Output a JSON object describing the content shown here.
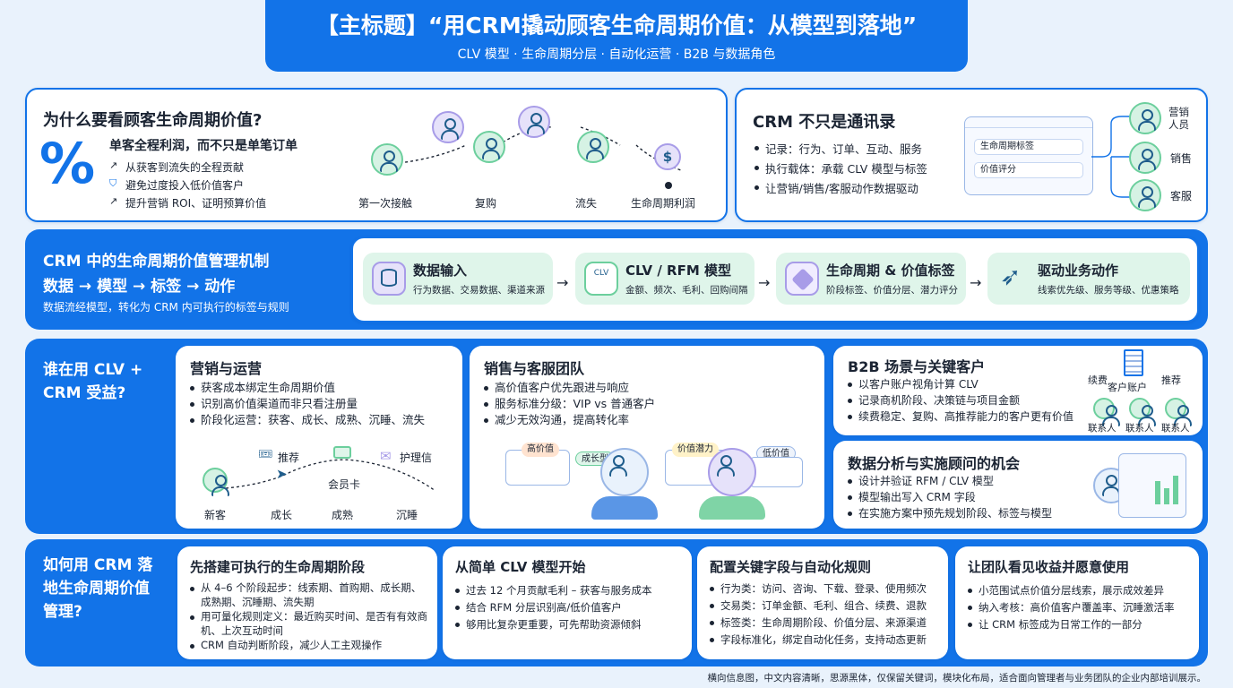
{
  "header": {
    "title": "【主标题】“用CRM撬动顾客生命周期价值：从模型到落地”",
    "subtitle": "CLV 模型 · 生命周期分层 · 自动化运营 · B2B 与数据角色"
  },
  "why": {
    "title": "为什么要看顾客生命周期价值?",
    "symbol": "%",
    "lead": "单客全程利润，而不只是单笔订单",
    "points": [
      "从获客到流失的全程贡献",
      "避免过度投入低价值客户",
      "提升营销 ROI、证明预算价值"
    ],
    "journey": [
      "第一次接触",
      "复购",
      "流失",
      "生命周期利润"
    ]
  },
  "crm": {
    "title": "CRM 不只是通讯录",
    "points": [
      "记录：行为、订单、互动、服务",
      "执行载体：承载 CLV 模型与标签",
      "让营销/销售/客服动作数据驱动"
    ],
    "ui_rows": [
      "生命周期标签",
      "价值评分"
    ],
    "roles": [
      "营销人员",
      "销售",
      "客服"
    ]
  },
  "mechanism": {
    "title": "CRM 中的生命周期价值管理机制",
    "flow": "数据 → 模型 → 标签 → 动作",
    "desc": "数据流经模型，转化为 CRM 内可执行的标签与规则",
    "steps": [
      {
        "title": "数据输入",
        "sub": "行为数据、交易数据、渠道来源"
      },
      {
        "title": "CLV / RFM 模型",
        "sub": "金额、频次、毛利、回购间隔",
        "icon_text": "CLV"
      },
      {
        "title": "生命周期 & 价值标签",
        "sub": "阶段标签、价值分层、潜力评分"
      },
      {
        "title": "驱动业务动作",
        "sub": "线索优先级、服务等级、优惠策略"
      }
    ]
  },
  "who": {
    "title": "谁在用 CLV + CRM 受益?",
    "marketing": {
      "title": "营销与运营",
      "points": [
        "获客成本绑定生命周期价值",
        "识别高价值渠道而非只看注册量",
        "阶段化运营：获客、成长、成熟、沉睡、流失"
      ],
      "labels": {
        "recommend": "推荐",
        "member": "会员卡",
        "care": "护理信"
      },
      "stages": [
        "新客",
        "成长",
        "成熟",
        "沉睡"
      ]
    },
    "sales": {
      "title": "销售与客服团队",
      "points": [
        "高价值客户优先跟进与响应",
        "服务标准分级：VIP vs 普通客户",
        "减少无效沟通，提高转化率"
      ],
      "tags": [
        "高价值",
        "成长型",
        "价值潜力",
        "低价值"
      ]
    },
    "b2b": {
      "title": "B2B 场景与关键客户",
      "points": [
        "以客户账户视角计算 CLV",
        "记录商机阶段、决策链与项目金额",
        "续费稳定、复购、高推荐能力的客户更有价值"
      ],
      "labels": {
        "renew": "续费",
        "recommend": "推荐",
        "account": "客户账户"
      },
      "contacts": [
        "联系人",
        "联系人",
        "联系人"
      ]
    },
    "analysis": {
      "title": "数据分析与实施顾问的机会",
      "points": [
        "设计并验证 RFM / CLV 模型",
        "模型输出写入 CRM 字段",
        "在实施方案中预先规划阶段、标签与模型"
      ]
    }
  },
  "how": {
    "title": "如何用 CRM 落地生命周期价值管理?",
    "cards": [
      {
        "title": "先搭建可执行的生命周期阶段",
        "points": [
          "从 4–6 个阶段起步：线索期、首购期、成长期、成熟期、沉睡期、流失期",
          "用可量化规则定义：最近购买时间、是否有有效商机、上次互动时间",
          "CRM 自动判断阶段，减少人工主观操作"
        ]
      },
      {
        "title": "从简单 CLV 模型开始",
        "points": [
          "过去 12 个月贡献毛利 – 获客与服务成本",
          "结合 RFM 分层识别高/低价值客户",
          "够用比复杂更重要，可先帮助资源倾斜"
        ]
      },
      {
        "title": "配置关键字段与自动化规则",
        "points": [
          "行为类：访问、咨询、下载、登录、使用频次",
          "交易类：订单金额、毛利、组合、续费、退款",
          "标签类：生命周期阶段、价值分层、来源渠道",
          "字段标准化，绑定自动化任务，支持动态更新"
        ]
      },
      {
        "title": "让团队看见收益并愿意使用",
        "points": [
          "小范围试点价值分层线索，展示成效差异",
          "纳入考核：高价值客户覆盖率、沉睡激活率",
          "让 CRM 标签成为日常工作的一部分"
        ]
      }
    ]
  },
  "footer": "横向信息图，中文内容清晰，思源黑体，仅保留关键词，模块化布局，适合面向管理者与业务团队的企业内部培训展示。",
  "colors": {
    "primary": "#1273e8",
    "mint": "#dff5ea",
    "accent": "#6ccf9d",
    "lavender": "#a89ce8"
  }
}
